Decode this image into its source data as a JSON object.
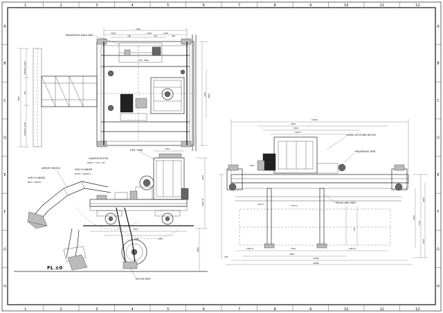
{
  "frame": {
    "columns": [
      "1",
      "2",
      "3",
      "4",
      "5",
      "6",
      "7",
      "8",
      "9",
      "10",
      "11",
      "12"
    ],
    "rows": [
      "A",
      "B",
      "C",
      "D",
      "E",
      "F",
      "G",
      "H"
    ]
  },
  "plan_view": {
    "labels": {
      "walkway": "TRAVERSING WALK WAY",
      "hyd_tank": "HYD. TANK"
    },
    "dims": {
      "top_total": "2290",
      "top_a": "1250",
      "top_b": "750",
      "top_c": "1250",
      "top_d": "1250",
      "top_e": "950",
      "top_f": "970",
      "left_total": "4000",
      "left_a": "AHSDLA 1250",
      "left_b": "750",
      "left_c": "AHSDLA 1250",
      "right_a": "2000",
      "right_b": "4590"
    }
  },
  "side_view": {
    "labels": {
      "geared_motor": "GEARED MOTOR",
      "geared_motor_spec": "60HP × 1/20 × 4P",
      "hyd_cylinder": "HYD CYLINDER",
      "hyd_cylinder_spec": "Ø100 × Ø1000 L",
      "hyd_tank": "HYD. TANK",
      "arm_device": "ARM/HY DEVICE",
      "hyd_cylinder_2": "HYD CYLINDER",
      "hyd_cylinder_2_spec": "Ø60 × Ø500 L",
      "rotor_part": "ROTOR PART",
      "fl": "FL ±0"
    },
    "dims": {
      "top": "1350",
      "base_a": "2350",
      "base_b": "2050",
      "base_c": "1350",
      "right_a": "4240.33",
      "right_b": "4600",
      "right_c": "1413"
    }
  },
  "front_view": {
    "labels": {
      "swing_device": "SWING UP-DOWN DEVICE",
      "traversing_part": "TRAVERSING PART",
      "travelling_part": "TRAVELLING PART",
      "dim_center": "220"
    },
    "dims": {
      "top": "12500",
      "a": "3400",
      "b": "2500",
      "c": "2015.2",
      "d": "1930",
      "mid_left": "2015.2",
      "mid_a": "1015.2",
      "lower_a": "1005.8",
      "lower_b": "1870",
      "lower_c": "1005.8",
      "bottom_a": "4200",
      "bottom_b": "12000",
      "bottom_c": "13000",
      "left_small": "180",
      "right_a": "1000",
      "right_b": "2700",
      "right_c": "1413",
      "right_d": "5000"
    }
  }
}
